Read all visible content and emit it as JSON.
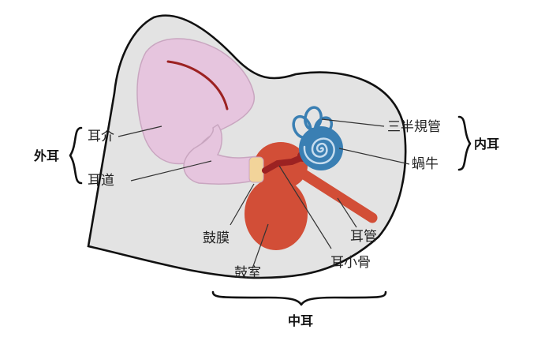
{
  "labels": {
    "auricle": "耳介",
    "ear_canal": "耳道",
    "eardrum": "鼓膜",
    "tympanic_cavity": "鼓室",
    "ossicles": "耳小骨",
    "eustachian_tube": "耳管",
    "semicircular_canals": "三半規管",
    "cochlea": "蝸牛"
  },
  "groups": {
    "outer_ear": "外耳",
    "middle_ear": "中耳",
    "inner_ear": "内耳"
  },
  "colors": {
    "background": "#ffffff",
    "head": "#e3e3e3",
    "head_outline": "#111111",
    "outer_ear": "#e6c5de",
    "outer_ear_stroke": "#c9a6c0",
    "eardrum": "#f2d49a",
    "middle_ear": "#d24e37",
    "ossicles": "#9c2222",
    "inner_ear": "#3a7fb3",
    "inner_ear_light": "#c6dcee"
  }
}
